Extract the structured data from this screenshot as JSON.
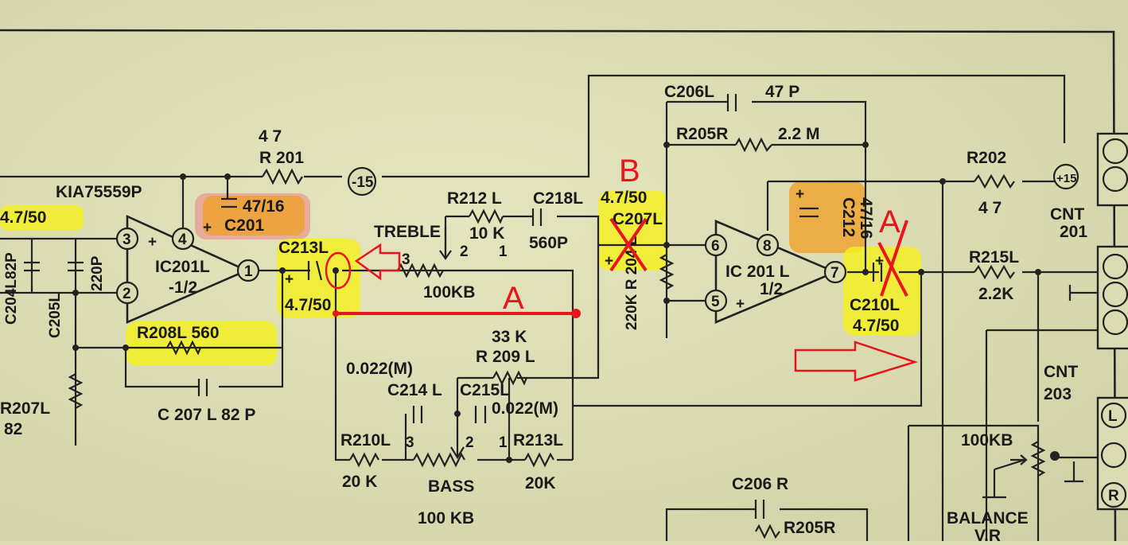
{
  "labels": {
    "r201_val": "4 7",
    "r201": "R 201",
    "ic_part": "KIA75559P",
    "c_left_val": "4.7/50",
    "c201_val": "47/16",
    "c201": "C201",
    "node_m15": "-15",
    "c204": "C204L82P",
    "c205": "C205L",
    "c205_val": "220P",
    "ic201l": "IC201L",
    "ic201l_half": "-1/2",
    "pin3": "3",
    "pin2": "2",
    "pin4": "4",
    "pin1": "1",
    "c213": "C213L",
    "c213_val": "4.7/50",
    "treble": "TREBLE",
    "treble_p3": "3",
    "treble_p2": "2",
    "treble_p1": "1",
    "treble_val": "100KB",
    "r212": "R212 L",
    "r212_val": "10 K",
    "c218": "C218L",
    "c218_val": "560P",
    "c207_val": "4.7/50",
    "c207": "C207L",
    "r208": "R208L  560",
    "c207b": "C 207 L  82 P",
    "r207": "R207L",
    "r207_val": "82",
    "r209_val": "33 K",
    "r209": "R  209 L",
    "c214_val": "0.022(M)",
    "c214": "C214 L",
    "c215": "C215L",
    "c215_val": "0.022(M)",
    "r210": "R210L",
    "r210_val": "20 K",
    "bass_p3": "3",
    "bass_p2": "2",
    "bass_p1": "1",
    "bass": "BASS",
    "bass_val": "100 KB",
    "r213": "R213L",
    "r213_val": "20K",
    "c206l": "C206L",
    "c206l_val": "47 P",
    "r205r": "R205R",
    "r205r_val": "2.2 M",
    "r204": "220K R 204 L",
    "ic201r": "IC 201 L",
    "ic201r_half": "1/2",
    "pin6": "6",
    "pin8": "8",
    "pin5": "5",
    "pin7": "7",
    "c212": "C212",
    "c212_val": "47/16",
    "c210": "C210L",
    "c210_val": "4.7/50",
    "r202": "R202",
    "r202_val": "4 7",
    "node_p15": "+15",
    "cnt201": "CNT",
    "cnt201_num": "201",
    "r215": "R215L",
    "r215_val": "2.2K",
    "cnt203": "CNT",
    "cnt203_num": "203",
    "balance_val": "100KB",
    "balance": "BALANCE",
    "balance_vr": "V.R",
    "pin_l": "L",
    "pin_r": "R",
    "c206r": "C206 R",
    "r205r_bottom": "R205R"
  },
  "annotations": {
    "mark_a_left": "A",
    "mark_a_right": "A",
    "mark_b": "B"
  },
  "colors": {
    "annotation_red": "#e8141e",
    "highlight_yellow": "#f2ee24",
    "highlight_orange": "#f0a02a"
  }
}
